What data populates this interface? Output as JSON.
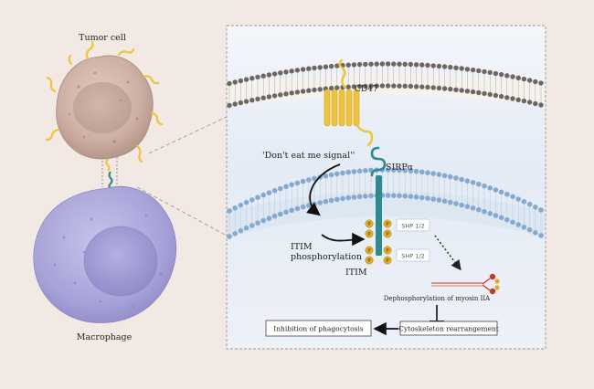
{
  "labels": {
    "tumor_cell": "Tumor cell",
    "macrophage": "Macrophage",
    "cd47": "CD47",
    "sirpa": "SIRPα",
    "dont_eat_me": "'Don't eat me signal''",
    "itim_phos_1": "ITIM",
    "itim_phos_2": "phosphorylation",
    "itim": "ITIM",
    "shp_top": "SHP 1/2",
    "shp_bottom": "SHP 1/2",
    "dephos": "Dephosphorylation of myosin IIA",
    "cytoskeleton": "Cytoskeleton rearrangement",
    "inhibition": "Inhibition of phagocytosis",
    "p_marker": "P"
  },
  "colors": {
    "background": "#f2e9e4",
    "panel": "#edf1f8",
    "membrane_top": "#6e6660",
    "membrane_bottom": "#86a9cf",
    "cd47": "#f0c43a",
    "sirpa": "#2e8a8e",
    "phospho": "#e0aa2c",
    "tumor_cell": "#cdb0a3",
    "macrophage": "#a8a3d8",
    "myosin": "#c0392b"
  }
}
